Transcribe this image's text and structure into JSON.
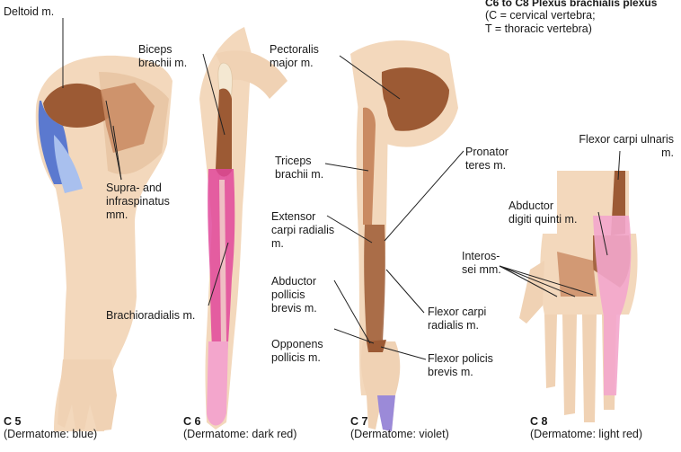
{
  "legend": {
    "title": "C6 to C8 Plexus brachialis plexus",
    "subtitle": "(C = cervical vertebra;\nT = thoracic vertebra)"
  },
  "colors": {
    "skin": "#f3d8bc",
    "skin_shade": "#e3bd98",
    "muscle": "#9c5a34",
    "muscle_light": "#c98a62",
    "bone": "#f4e8d2",
    "blue": "#4a6fd0",
    "blue_light": "#a9c0ee",
    "pink_dark": "#e0489b",
    "pink_light": "#f3a6cc",
    "violet": "#9b8ad8",
    "leader": "#222222"
  },
  "panels": [
    {
      "id": "c5",
      "caption": "C 5",
      "dermatome": "(Dermatome: blue)",
      "labels": [
        {
          "key": "deltoid",
          "text": "Deltoid m."
        },
        {
          "key": "supra",
          "text": "Supra- and\ninfraspinatus\nmm."
        }
      ]
    },
    {
      "id": "c6",
      "caption": "C 6",
      "dermatome": "(Dermatome: dark red)",
      "labels": [
        {
          "key": "biceps",
          "text": "Biceps\nbrachii m."
        },
        {
          "key": "brachioradialis",
          "text": "Brachioradialis m."
        }
      ]
    },
    {
      "id": "c7",
      "caption": "C 7",
      "dermatome": "(Dermatome: violet)",
      "labels": [
        {
          "key": "pectoralis",
          "text": "Pectoralis\nmajor m."
        },
        {
          "key": "triceps",
          "text": "Triceps\nbrachii m."
        },
        {
          "key": "extensor",
          "text": "Extensor\ncarpi radialis\nm."
        },
        {
          "key": "abductor_poll",
          "text": "Abductor\npollicis\nbrevis m."
        },
        {
          "key": "opponens",
          "text": "Opponens\npollicis m."
        },
        {
          "key": "pronator",
          "text": "Pronator\nteres m."
        },
        {
          "key": "flexor_carpi_rad",
          "text": "Flexor carpi\nradialis m."
        },
        {
          "key": "flexor_policis",
          "text": "Flexor policis\nbrevis m."
        }
      ]
    },
    {
      "id": "c8",
      "caption": "C 8",
      "dermatome": "(Dermatome: light red)",
      "labels": [
        {
          "key": "flexor_carpi_uln",
          "text": "Flexor carpi ulnaris\nm."
        },
        {
          "key": "abductor_digiti",
          "text": "Abductor\ndigiti quinti m."
        },
        {
          "key": "interossei",
          "text": "Interos-\nsei mm."
        }
      ]
    }
  ]
}
